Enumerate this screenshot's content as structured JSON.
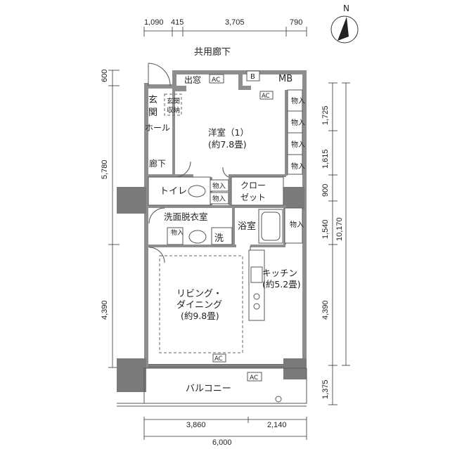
{
  "dimensions": {
    "top": [
      "1,090",
      "415",
      "3,705",
      "790"
    ],
    "bottom": [
      "3,860",
      "2,140"
    ],
    "bottom_total": "6,000",
    "left": [
      "600",
      "5,780",
      "4,390"
    ],
    "right": [
      "1,725",
      "1,615",
      "900",
      "1,540",
      "4,390",
      "1,375"
    ],
    "right_total": "10,170"
  },
  "rooms": {
    "corridor_shared": "共用廊下",
    "service_window": "出窓",
    "mb": "MB",
    "b": "B",
    "entrance_1": "玄",
    "entrance_2": "関",
    "entrance_storage_1": "玄関",
    "entrance_storage_2": "収納",
    "hall": "ホール",
    "hallway": "廊下",
    "western_room": "洋室（1）",
    "western_room_area": "(約7.8畳)",
    "storage": "物入",
    "toilet": "トイレ",
    "closet_1": "クロー",
    "closet_2": "ゼット",
    "washroom": "洗面脱衣室",
    "washer": "洗",
    "bathroom": "浴室",
    "kitchen": "キッチン",
    "kitchen_area": "(約5.2畳)",
    "living_1": "リビング・",
    "living_2": "ダイニング",
    "living_area": "(約9.8畳)",
    "balcony": "バルコニー",
    "ac": "AC"
  },
  "compass": {
    "label": "N"
  },
  "colors": {
    "wall": "#8e8e8e",
    "line": "#555555",
    "text": "#222222"
  }
}
